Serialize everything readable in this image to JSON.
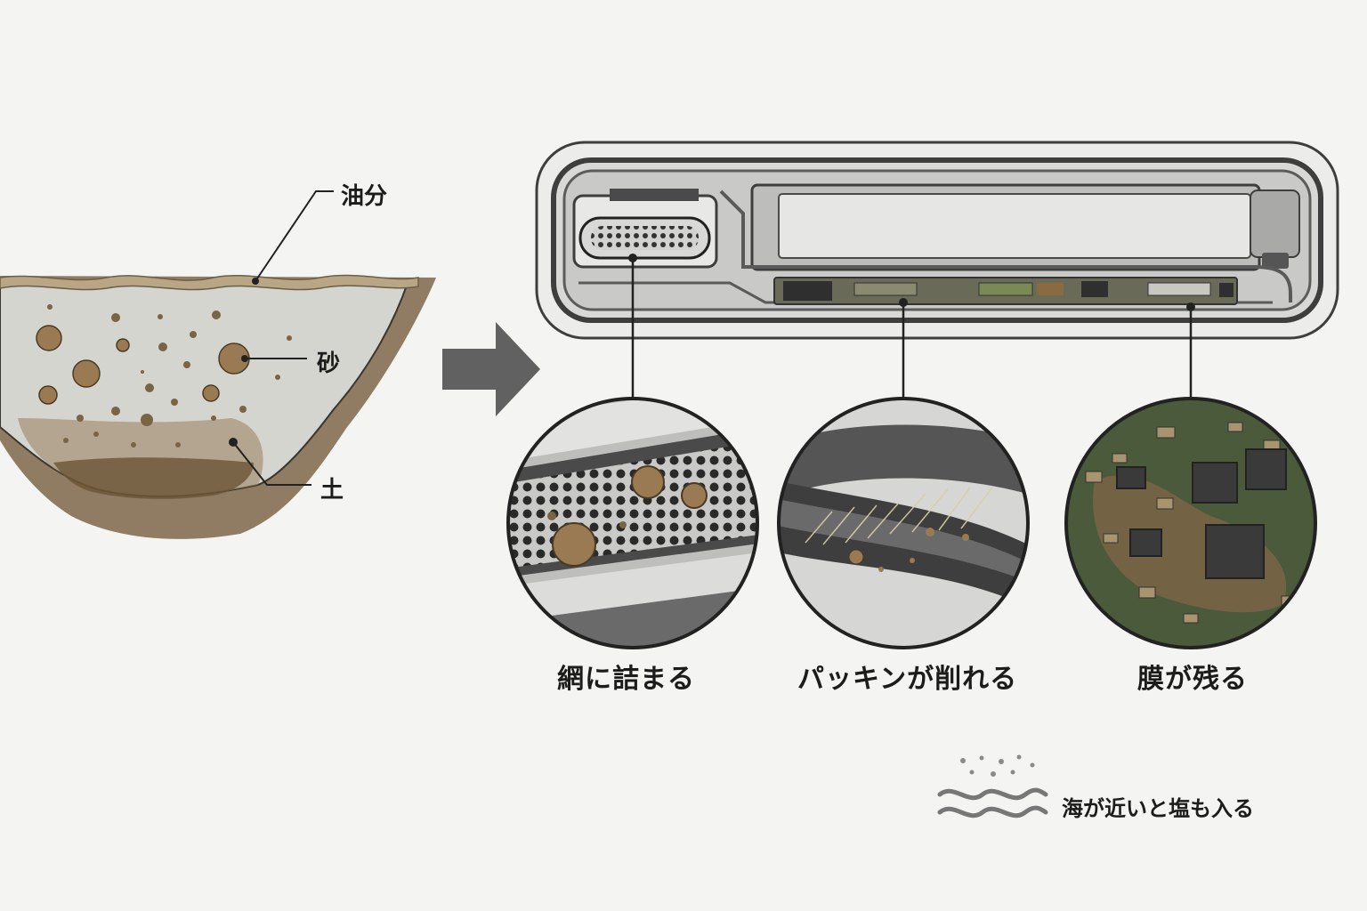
{
  "soil_labels": {
    "oil": "油分",
    "sand": "砂",
    "dirt": "土"
  },
  "captions": {
    "mesh": "網に詰まる",
    "gasket": "パッキンが削れる",
    "film": "膜が残る"
  },
  "note": {
    "text": "海が近いと塩も入る",
    "icon": "sea-spray-wave-icon"
  },
  "colors": {
    "background": "#f4f4f2",
    "soil": "#8a7355",
    "mud": "#6b5434",
    "water": "#d4d5cf",
    "device": "#3e3e3e",
    "device_inner": "#5c5c5c",
    "arrow": "#616161",
    "pcb": "#4a5a3a"
  }
}
